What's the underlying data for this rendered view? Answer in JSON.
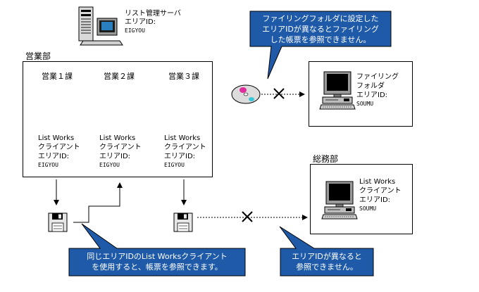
{
  "colors": {
    "callout_fill": "#1e5aa8",
    "callout_text": "#ffffff",
    "line": "#000000"
  },
  "server": {
    "line1": "リスト管理サーバ",
    "line2": "エリアID:",
    "line3": "EIGYOU"
  },
  "eigyo": {
    "dept": "営業部",
    "clients": [
      {
        "title": "営業１課",
        "l1": "List Works",
        "l2": "クライアント",
        "l3": "エリアID:",
        "l4": "EIGYOU"
      },
      {
        "title": "営業２課",
        "l1": "List Works",
        "l2": "クライアント",
        "l3": "エリアID:",
        "l4": "EIGYOU"
      },
      {
        "title": "営業３課",
        "l1": "List Works",
        "l2": "クライアント",
        "l3": "エリアID:",
        "l4": "EIGYOU"
      }
    ]
  },
  "filing": {
    "l1": "ファイリング",
    "l2": "フォルダ",
    "l3": "エリアID:",
    "l4": "SOUMU"
  },
  "somu": {
    "dept": "総務部",
    "l1": "List Works",
    "l2": "クライアント",
    "l3": "エリアID:",
    "l4": "SOUMU"
  },
  "callouts": {
    "top": {
      "l1": "ファイリングフォルダに設定した",
      "l2": "エリアIDが異なるとファイリング",
      "l3": "した帳票を参照できません。"
    },
    "bottom_left": {
      "l1": "同じエリアIDのList Worksクライアント",
      "l2": "を使用すると、帳票を参照できます。"
    },
    "bottom_right": {
      "l1": "エリアIDが異なると",
      "l2": "参照できません。"
    }
  }
}
